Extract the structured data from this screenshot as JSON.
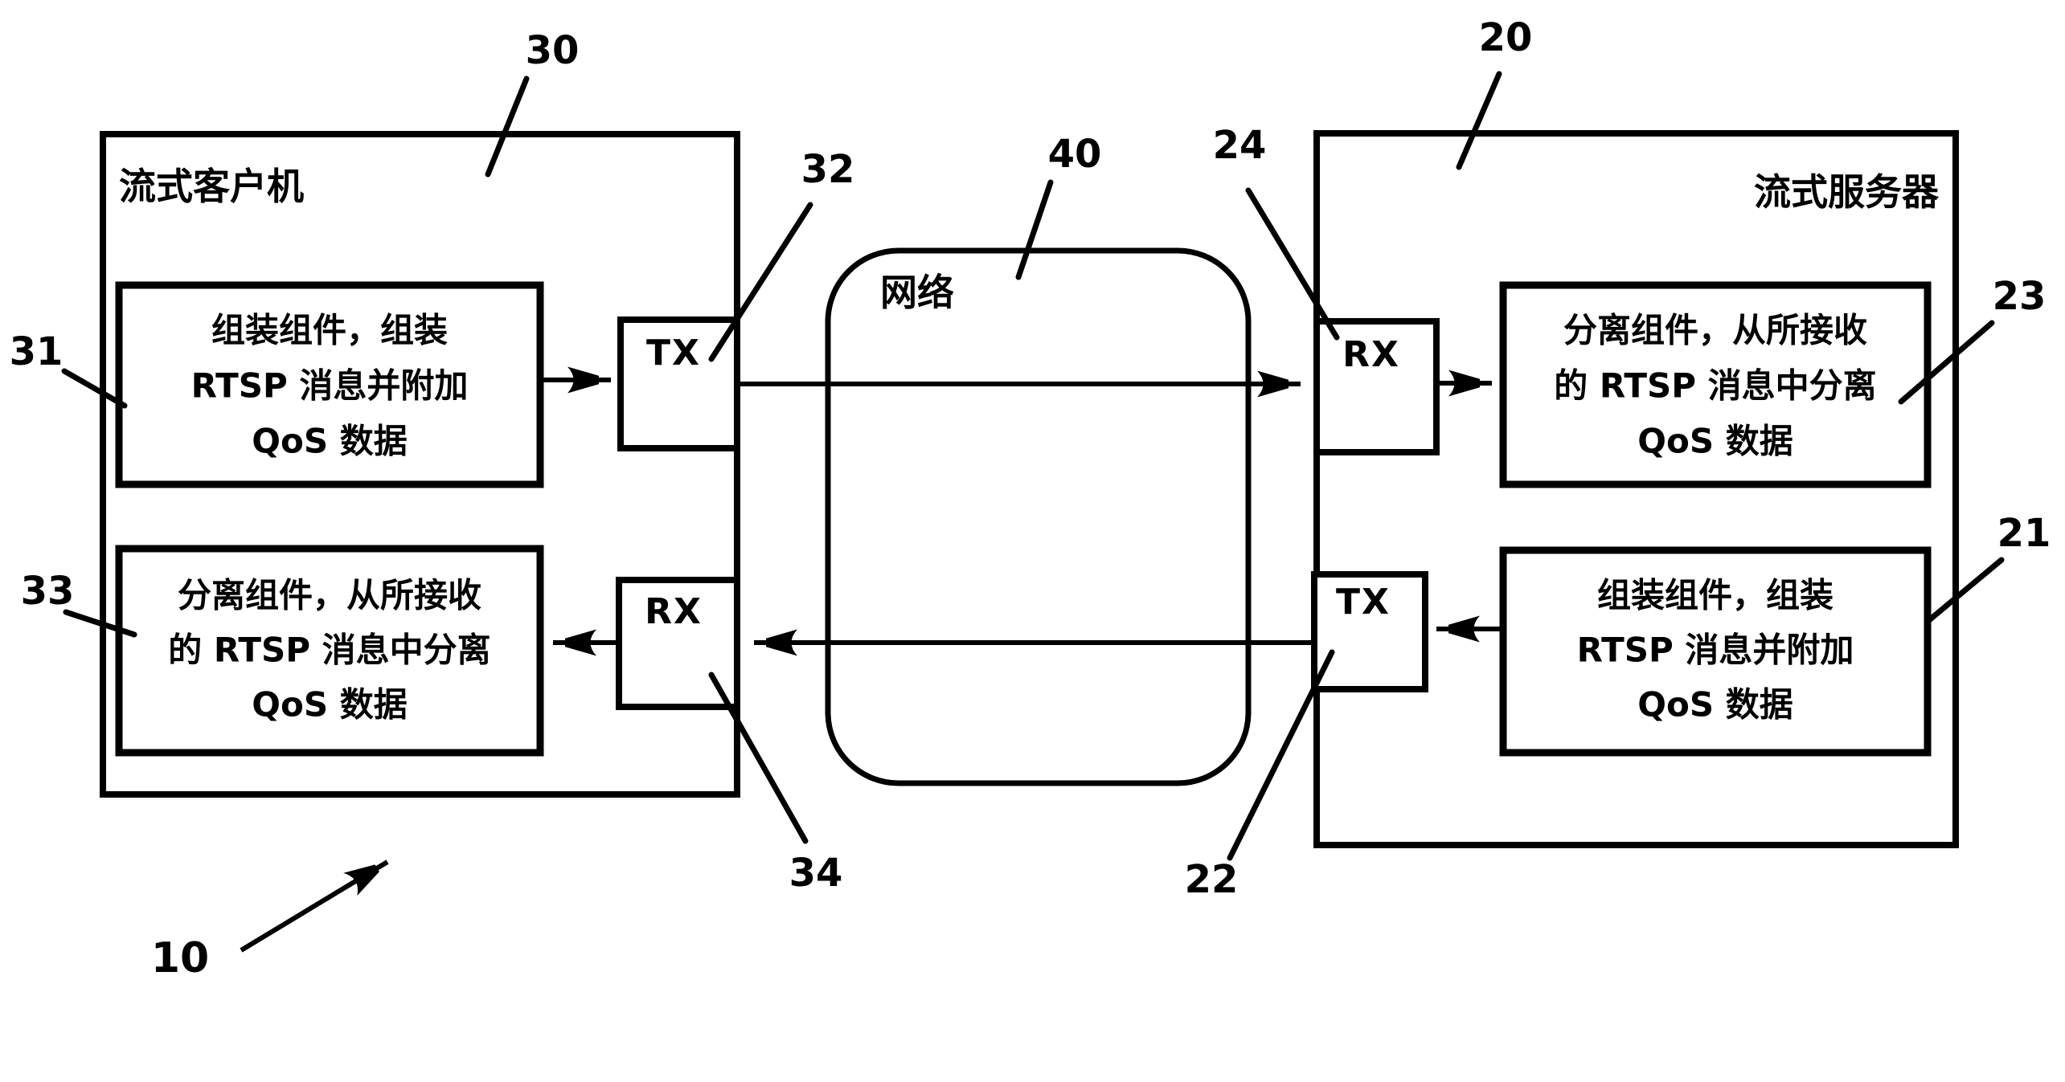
{
  "figure": {
    "system_ref": "10",
    "client": {
      "title": "流式客户机",
      "ref": "30",
      "assembler": {
        "ref": "31",
        "lines": [
          "组装组件，组装",
          "RTSP 消息并附加",
          "QoS 数据"
        ]
      },
      "separator": {
        "ref": "33",
        "lines": [
          "分离组件，从所接收",
          "的 RTSP 消息中分离",
          "QoS 数据"
        ]
      },
      "tx": {
        "label": "TX",
        "ref": "32"
      },
      "rx": {
        "label": "RX",
        "ref": "34"
      }
    },
    "server": {
      "title": "流式服务器",
      "ref": "20",
      "separator": {
        "ref": "23",
        "lines": [
          "分离组件，从所接收",
          "的 RTSP 消息中分离",
          "QoS 数据"
        ]
      },
      "assembler": {
        "ref": "21",
        "lines": [
          "组装组件，组装",
          "RTSP 消息并附加",
          "QoS 数据"
        ]
      },
      "rx": {
        "label": "RX",
        "ref": "24"
      },
      "tx": {
        "label": "TX",
        "ref": "22"
      }
    },
    "network": {
      "label": "网络",
      "ref": "40"
    },
    "colors": {
      "ink": "#000000",
      "paper": "#ffffff"
    }
  }
}
